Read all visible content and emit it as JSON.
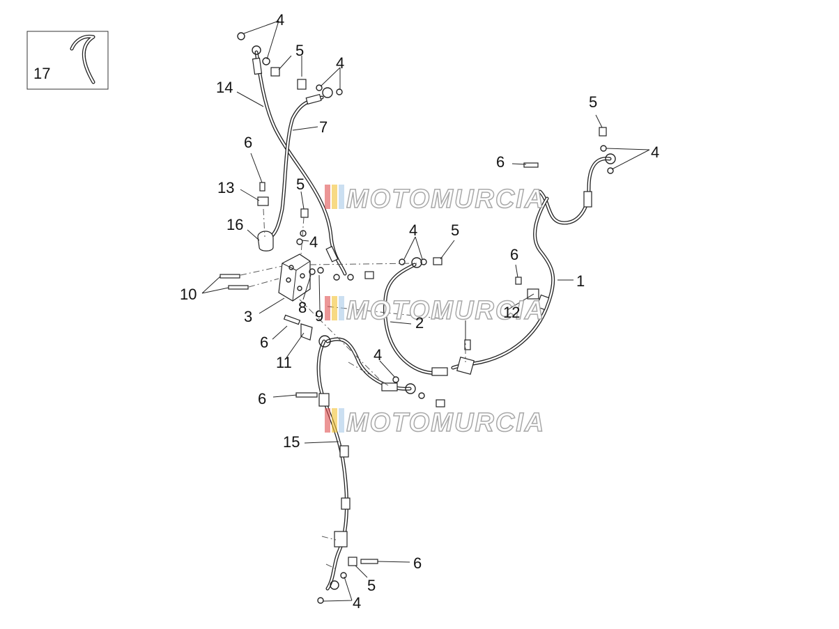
{
  "watermark": {
    "text": "MOTOMURCIA",
    "stripe_colors": [
      "#e05050",
      "#f1c232",
      "#a8c9e8"
    ]
  },
  "callouts": {
    "n1": "1",
    "n2": "2",
    "n3": "3",
    "n4a": "4",
    "n4b": "4",
    "n4c": "4",
    "n4d": "4",
    "n4e": "4",
    "n4f": "4",
    "n4g": "4",
    "n5a": "5",
    "n5b": "5",
    "n5c": "5",
    "n5d": "5",
    "n5e": "5",
    "n6a": "6",
    "n6b": "6",
    "n6c": "6",
    "n6d": "6",
    "n6e": "6",
    "n6f": "6",
    "n7": "7",
    "n8": "8",
    "n9": "9",
    "n10": "10",
    "n11": "11",
    "n12": "12",
    "n13": "13",
    "n14": "14",
    "n15": "15",
    "n16": "16",
    "n17": "17"
  }
}
